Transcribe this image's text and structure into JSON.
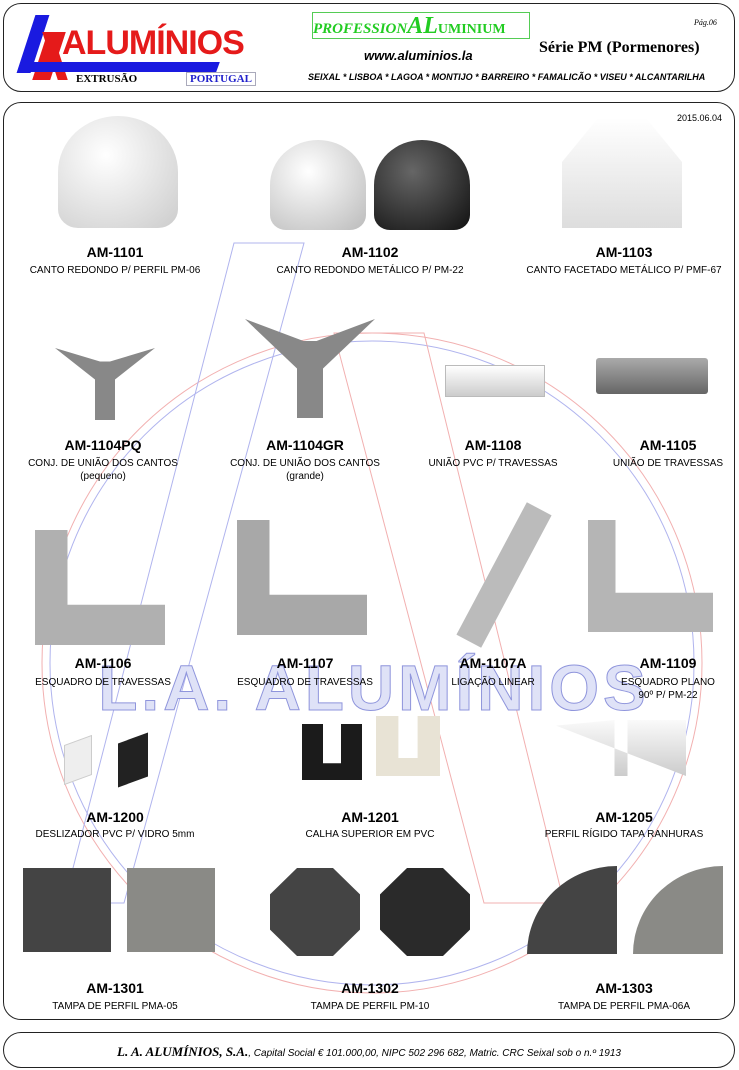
{
  "header": {
    "logo_word": "ALUMÍNIOS",
    "extrusao": "EXTRUSÃO",
    "portugal": "PORTUGAL",
    "profession": "PROFESSION",
    "al": "AL",
    "uminium": "UMINIUM",
    "website": "www.aluminios.la",
    "page": "Pág.06",
    "series": "Série PM (Pormenores)",
    "locations": "SEIXAL * LISBOA * LAGOA * MONTIJO * BARREIRO * FAMALICÃO * VISEU * ALCANTARILHA"
  },
  "date": "2015.06.04",
  "watermark": "L.A. ALUMÍNIOS",
  "products": [
    {
      "code": "AM-1101",
      "desc": "CANTO REDONDO P/ PERFIL PM-06",
      "desc2": ""
    },
    {
      "code": "AM-1102",
      "desc": "CANTO REDONDO METÁLICO P/ PM-22",
      "desc2": ""
    },
    {
      "code": "AM-1103",
      "desc": "CANTO FACETADO METÁLICO P/ PMF-67",
      "desc2": ""
    },
    {
      "code": "AM-1104PQ",
      "desc": "CONJ. DE UNIÃO DOS CANTOS",
      "desc2": "(pequeno)"
    },
    {
      "code": "AM-1104GR",
      "desc": "CONJ. DE UNIÃO DOS CANTOS",
      "desc2": "(grande)"
    },
    {
      "code": "AM-1108",
      "desc": "UNIÃO PVC P/ TRAVESSAS",
      "desc2": ""
    },
    {
      "code": "AM-1105",
      "desc": "UNIÃO DE TRAVESSAS",
      "desc2": ""
    },
    {
      "code": "AM-1106",
      "desc": "ESQUADRO DE TRAVESSAS",
      "desc2": ""
    },
    {
      "code": "AM-1107",
      "desc": "ESQUADRO DE TRAVESSAS",
      "desc2": ""
    },
    {
      "code": "AM-1107A",
      "desc": "LIGAÇÃO LINEAR",
      "desc2": ""
    },
    {
      "code": "AM-1109",
      "desc": "ESQUADRO PLANO",
      "desc2": "90º P/ PM-22"
    },
    {
      "code": "AM-1200",
      "desc": "DESLIZADOR PVC P/ VIDRO 5mm",
      "desc2": ""
    },
    {
      "code": "AM-1201",
      "desc": "CALHA SUPERIOR EM PVC",
      "desc2": ""
    },
    {
      "code": "AM-1205",
      "desc": "PERFIL RÍGIDO TAPA RANHURAS",
      "desc2": ""
    },
    {
      "code": "AM-1301",
      "desc": "TAMPA DE PERFIL PMA-05",
      "desc2": ""
    },
    {
      "code": "AM-1302",
      "desc": "TAMPA DE PERFIL PM-10",
      "desc2": ""
    },
    {
      "code": "AM-1303",
      "desc": "TAMPA DE PERFIL PMA-06A",
      "desc2": ""
    }
  ],
  "footer": {
    "company": "L. A. ALUMÍNIOS, S.A.",
    "details": ", Capital Social € 101.000,00, NIPC 502 296 682, Matric. CRC Seixal sob o n.º 1913"
  }
}
